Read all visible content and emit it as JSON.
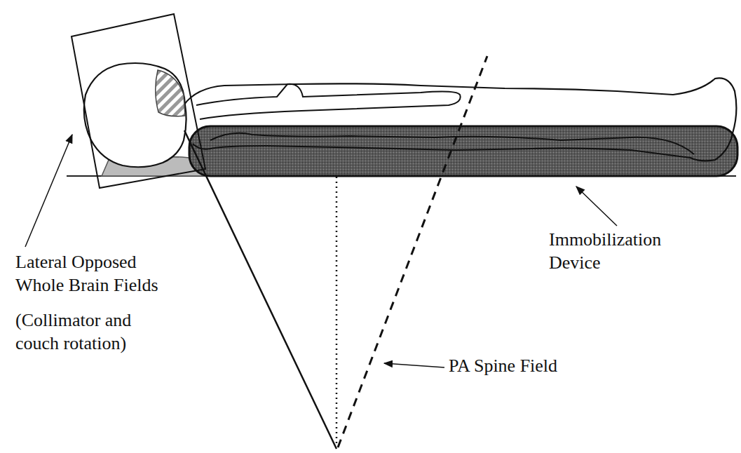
{
  "diagram": {
    "labels": [
      "Lateral Opposed Whole Brain Fields",
      "(Collimator and couch rotation)",
      "Immobilization Device",
      "PA Spine Field"
    ]
  }
}
